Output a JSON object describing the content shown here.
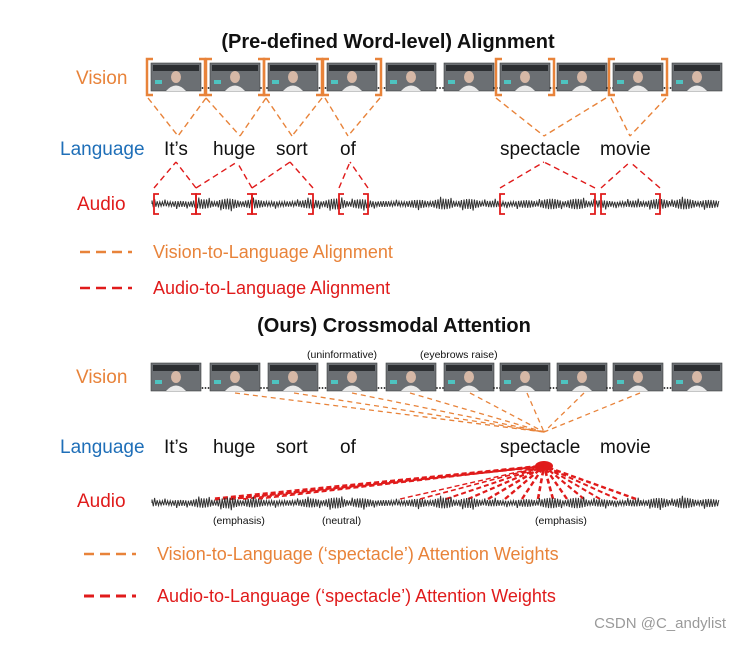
{
  "colors": {
    "vision": "#e8833a",
    "language": "#1f6fb8",
    "audio": "#e01b1b",
    "frame_bg": "#6b6f73",
    "text": "#111111"
  },
  "top": {
    "title": "(Pre-defined Word-level) Alignment",
    "label_vision": "Vision",
    "label_language": "Language",
    "label_audio": "Audio",
    "words": [
      "It’s",
      "huge",
      "sort",
      "of",
      "spectacle",
      "movie"
    ],
    "legend_vision": "Vision-to-Language Alignment",
    "legend_audio": "Audio-to-Language Alignment"
  },
  "bottom": {
    "title": "(Ours) Crossmodal Attention",
    "label_vision": "Vision",
    "label_language": "Language",
    "label_audio": "Audio",
    "words": [
      "It’s",
      "huge",
      "sort",
      "of",
      "spectacle",
      "movie"
    ],
    "vision_annotations": [
      "(uninformative)",
      "(eyebrows raise)"
    ],
    "audio_annotations": [
      "(emphasis)",
      "(neutral)",
      "(emphasis)"
    ],
    "legend_vision": "Vision-to-Language (‘spectacle’) Attention Weights",
    "legend_audio": "Audio-to-Language (‘spectacle’) Attention Weights"
  },
  "watermark": "CSDN @C_andylist"
}
